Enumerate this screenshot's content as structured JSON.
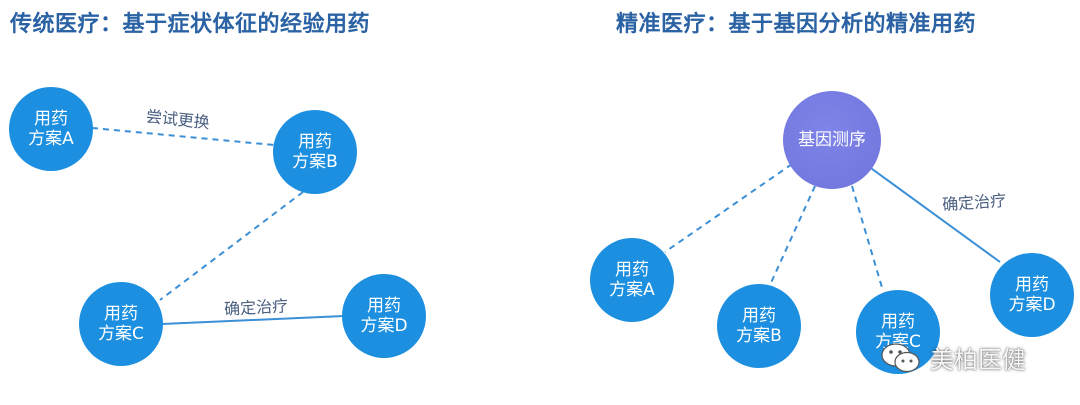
{
  "colors": {
    "title": "#2a62a4",
    "node": "#1c8fe0",
    "hub": "#6f74dc",
    "edge": "#3b8fd6",
    "label": "#4a5f80"
  },
  "left_panel": {
    "title": "传统医疗：基于症状体征的经验用药",
    "nodes": {
      "a": {
        "line1": "用药",
        "line2": "方案A"
      },
      "b": {
        "line1": "用药",
        "line2": "方案B"
      },
      "c": {
        "line1": "用药",
        "line2": "方案C"
      },
      "d": {
        "line1": "用药",
        "line2": "方案D"
      }
    },
    "edge_labels": {
      "try_switch": "尝试更换",
      "confirm": "确定治疗"
    }
  },
  "right_panel": {
    "title": "精准医疗：基于基因分析的精准用药",
    "hub": {
      "label": "基因测序"
    },
    "nodes": {
      "a": {
        "line1": "用药",
        "line2": "方案A"
      },
      "b": {
        "line1": "用药",
        "line2": "方案B"
      },
      "c": {
        "line1": "用药",
        "line2": "方案C"
      },
      "d": {
        "line1": "用药",
        "line2": "方案D"
      }
    },
    "edge_labels": {
      "confirm": "确定治疗"
    }
  },
  "watermark": {
    "icon": "wechat-icon",
    "text": "美柏医健"
  }
}
